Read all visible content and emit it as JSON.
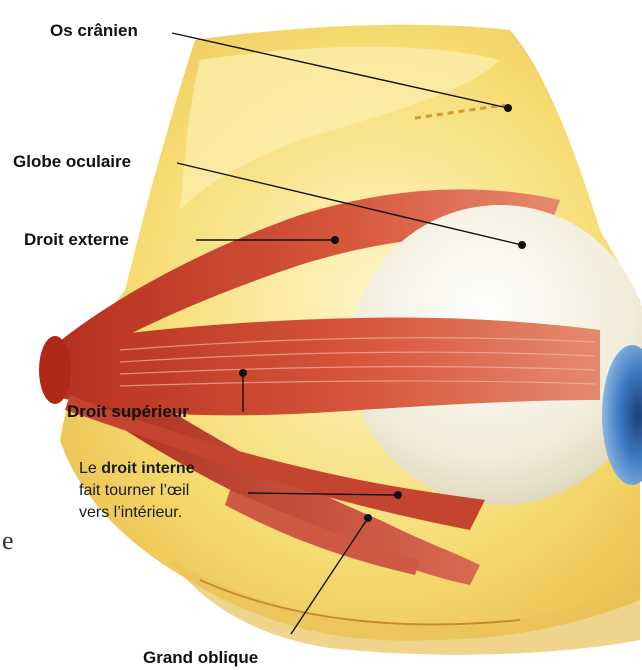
{
  "labels": {
    "os_cranien": "Os crânien",
    "globe_oculaire": "Globe oculaire",
    "droit_externe": "Droit externe",
    "droit_superieur": "Droit supérieur",
    "grand_oblique": "Grand oblique"
  },
  "caption": {
    "prefix": "Le ",
    "term": "droit interne",
    "line2": "fait tourner l’œil",
    "line3": "vers l’intérieur."
  },
  "stray_mark": "e",
  "colors": {
    "bone": "#f2d25a",
    "bone_light": "#fbeeaa",
    "muscle": "#c8402c",
    "muscle_dark": "#8f2418",
    "eyeball": "#f4f1e6",
    "iris": "#4a86c5",
    "leader_line": "#111111"
  }
}
